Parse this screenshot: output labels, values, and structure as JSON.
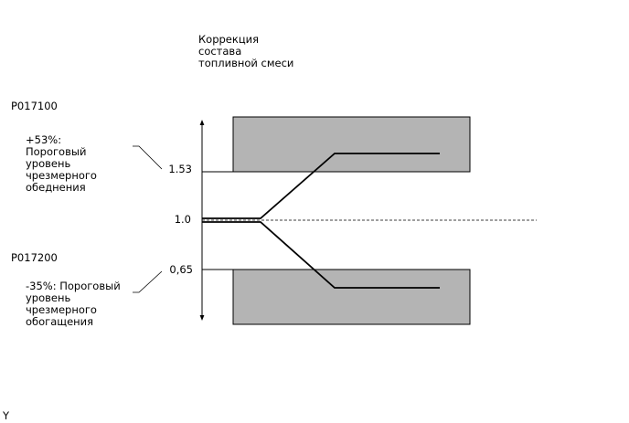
{
  "title": "Коррекция\nсостава\nтопливной смеси",
  "code_upper": "P017100",
  "code_lower": "P017200",
  "desc_upper": "+53%:\nПороговый\nуровень\nчрезмерного\nобеднения",
  "desc_lower": "-35%: Пороговый\nуровень\nчрезмерного\nобогащения",
  "ticks": {
    "upper": "1.53",
    "center": "1.0",
    "lower": "0,65"
  },
  "corner_mark": "Y",
  "colors": {
    "band_fill": "#b4b4b4",
    "line": "#000000"
  }
}
